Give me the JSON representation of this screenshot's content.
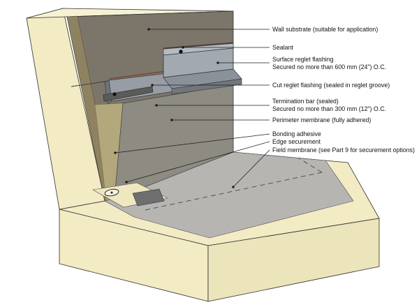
{
  "diagram": {
    "kind": "construction flashing detail (isometric)",
    "labels": {
      "wall_substrate": "Wall substrate (suitable for application)",
      "sealant": "Sealant",
      "surface_reglet": "Surface reglet flashing",
      "surface_reglet_note": "Secured no more than 600 mm (24\") O.C.",
      "cut_reglet": "Cut reglet flashing (sealed in reglet groove)",
      "termination_bar": "Termination bar (sealed)",
      "termination_bar_note": "Secured no more than 300 mm (12\") O.C.",
      "perimeter_membrane": "Perimeter membrane (fully adhered)",
      "bonding_adhesive": "Bonding adhesive",
      "edge_securement": "Edge securement",
      "field_membrane": "Field membrane (see Part 9 for securement options)"
    },
    "colors": {
      "deck_cream": "#f2ebc4",
      "deck_cream_shade": "#ece4ba",
      "wall_top_cream": "#f7f1d4",
      "wall_cut_olive": "#8e8260",
      "bonding_adhesive_tan": "#b3a87c",
      "wall_substrate_gray": "#7c766a",
      "wall_membrane_gray": "#8d8b82",
      "field_membrane_gray": "#b6b5b1",
      "flashing_light": "#b6bbc2",
      "flashing_mid": "#a3a9b1",
      "flashing_dark": "#70767c",
      "sealant_brown": "#4e4038",
      "reglet_sealant_red": "#7e4434",
      "termination_bar_gray": "#5b5b58",
      "line_black": "#1c1c1c"
    }
  }
}
